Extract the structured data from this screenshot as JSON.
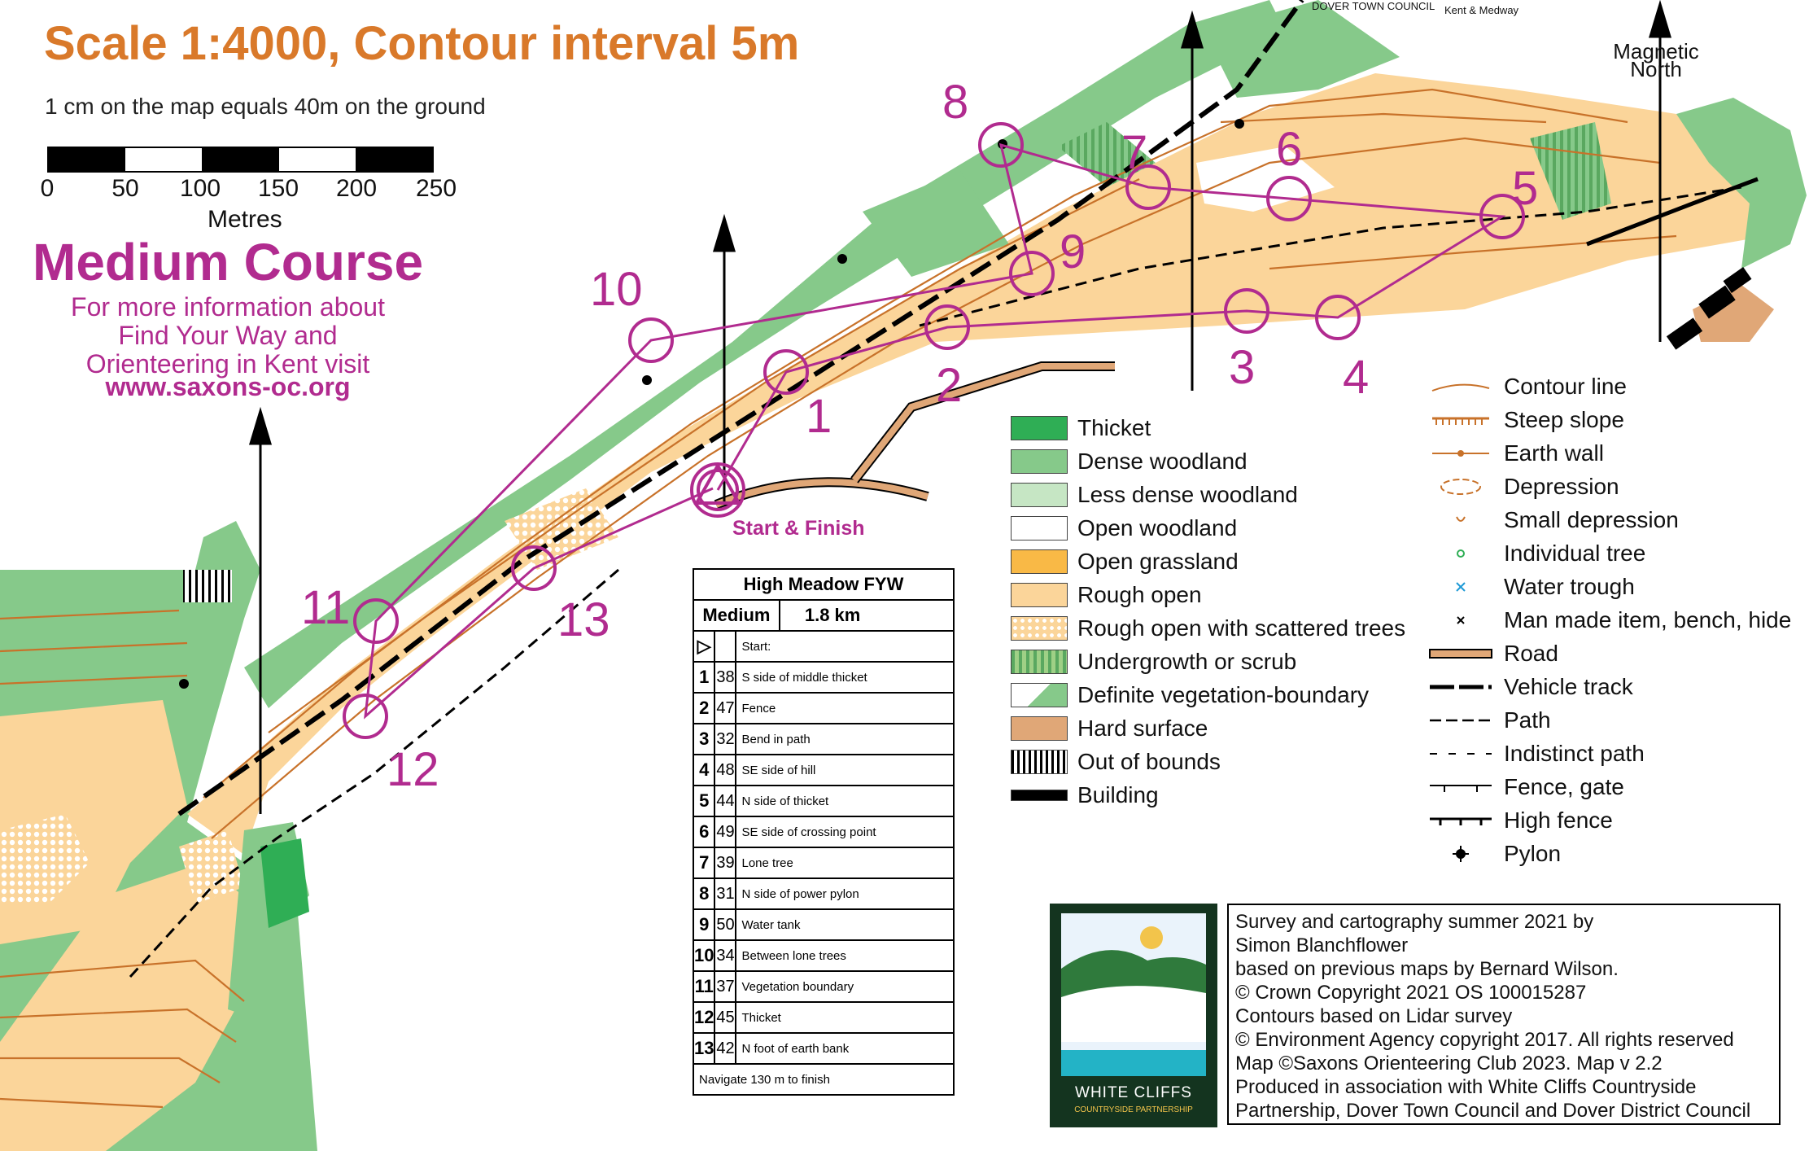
{
  "header": {
    "scale_title": "Scale 1:4000, Contour interval 5m",
    "scale_note": "1 cm on the map equals 40m on the ground",
    "scale_ticks": [
      "0",
      "50",
      "100",
      "150",
      "200",
      "250"
    ],
    "scale_unit": "Metres"
  },
  "course": {
    "title": "Medium Course",
    "info_lines": [
      "For more information about",
      "Find Your Way and",
      "Orienteering in Kent visit"
    ],
    "website": "www.saxons-oc.org"
  },
  "north": {
    "label_line1": "Magnetic",
    "label_line2": "North"
  },
  "top_logos": {
    "dover": "DOVER TOWN COUNCIL",
    "kent": "Kent & Medway"
  },
  "controls": [
    {
      "label": "1"
    },
    {
      "label": "2"
    },
    {
      "label": "3"
    },
    {
      "label": "4"
    },
    {
      "label": "5"
    },
    {
      "label": "6"
    },
    {
      "label": "7"
    },
    {
      "label": "8"
    },
    {
      "label": "9"
    },
    {
      "label": "10"
    },
    {
      "label": "11"
    },
    {
      "label": "12"
    },
    {
      "label": "13"
    }
  ],
  "start_finish": "Start & Finish",
  "description_table": {
    "event": "High Meadow FYW",
    "course": "Medium",
    "length": "1.8 km",
    "start_label": "Start:",
    "rows": [
      {
        "n": "1",
        "code": "38",
        "desc": "S side of middle thicket"
      },
      {
        "n": "2",
        "code": "47",
        "desc": "Fence"
      },
      {
        "n": "3",
        "code": "32",
        "desc": "Bend in path"
      },
      {
        "n": "4",
        "code": "48",
        "desc": "SE side of hill"
      },
      {
        "n": "5",
        "code": "44",
        "desc": "N side of thicket"
      },
      {
        "n": "6",
        "code": "49",
        "desc": "SE side of crossing point"
      },
      {
        "n": "7",
        "code": "39",
        "desc": "Lone tree"
      },
      {
        "n": "8",
        "code": "31",
        "desc": "N side of power pylon"
      },
      {
        "n": "9",
        "code": "50",
        "desc": "Water tank"
      },
      {
        "n": "10",
        "code": "34",
        "desc": "Between lone trees"
      },
      {
        "n": "11",
        "code": "37",
        "desc": "Vegetation boundary"
      },
      {
        "n": "12",
        "code": "45",
        "desc": "Thicket"
      },
      {
        "n": "13",
        "code": "42",
        "desc": "N foot of earth bank"
      }
    ],
    "finish": "Navigate 130 m to finish"
  },
  "legend_veg": [
    {
      "label": "Thicket",
      "color": "#2fae55"
    },
    {
      "label": "Dense woodland",
      "color": "#86c98a"
    },
    {
      "label": "Less dense woodland",
      "color": "#c6e6c4"
    },
    {
      "label": "Open woodland",
      "color": "#ffffff"
    },
    {
      "label": "Open grassland",
      "color": "#f9b946"
    },
    {
      "label": "Rough open",
      "color": "#fbd59a"
    },
    {
      "label": "Rough open with scattered trees",
      "color": "#fde4bd"
    },
    {
      "label": "Undergrowth or scrub",
      "color": "#9fd086"
    },
    {
      "label": "Definite vegetation-boundary",
      "color": "#86c98a"
    },
    {
      "label": "Hard surface",
      "color": "#e0a777"
    },
    {
      "label": "Out of bounds",
      "color": "#eeeeee"
    },
    {
      "label": "Building",
      "color": "#000000"
    }
  ],
  "legend_sym": [
    {
      "label": "Contour line",
      "icon": "contour-line"
    },
    {
      "label": "Steep slope",
      "icon": "steep-slope"
    },
    {
      "label": "Earth wall",
      "icon": "earth-wall"
    },
    {
      "label": "Depression",
      "icon": "depression"
    },
    {
      "label": "Small depression",
      "icon": "small-depression"
    },
    {
      "label": "Individual tree",
      "icon": "individual-tree"
    },
    {
      "label": "Water trough",
      "icon": "water-trough"
    },
    {
      "label": "Man made item, bench, hide",
      "icon": "man-made-item"
    },
    {
      "label": "Road",
      "icon": "road"
    },
    {
      "label": "Vehicle track",
      "icon": "vehicle-track"
    },
    {
      "label": "Path",
      "icon": "path"
    },
    {
      "label": "Indistinct path",
      "icon": "indistinct-path"
    },
    {
      "label": "Fence, gate",
      "icon": "fence-gate"
    },
    {
      "label": "High fence",
      "icon": "high-fence"
    },
    {
      "label": "Pylon",
      "icon": "pylon"
    }
  ],
  "logo": {
    "name": "WHITE CLIFFS",
    "sub": "COUNTRYSIDE PARTNERSHIP"
  },
  "credits": [
    "Survey and cartography summer 2021 by",
    "Simon Blanchflower",
    "based on previous maps by Bernard Wilson.",
    "© Crown Copyright 2021 OS 100015287",
    "Contours based on Lidar survey",
    "© Environment Agency copyright 2017. All rights reserved",
    "Map ©Saxons Orienteering Club 2023. Map v 2.2",
    "Produced in association with White Cliffs Countryside",
    "Partnership, Dover Town Council and Dover District Council"
  ],
  "colors": {
    "course": "#b12b8f",
    "contour": "#c8722a",
    "rough_open": "#fbd59a",
    "forest": "#86c98a",
    "thicket": "#2fae55",
    "scale_title": "#d9792a"
  }
}
